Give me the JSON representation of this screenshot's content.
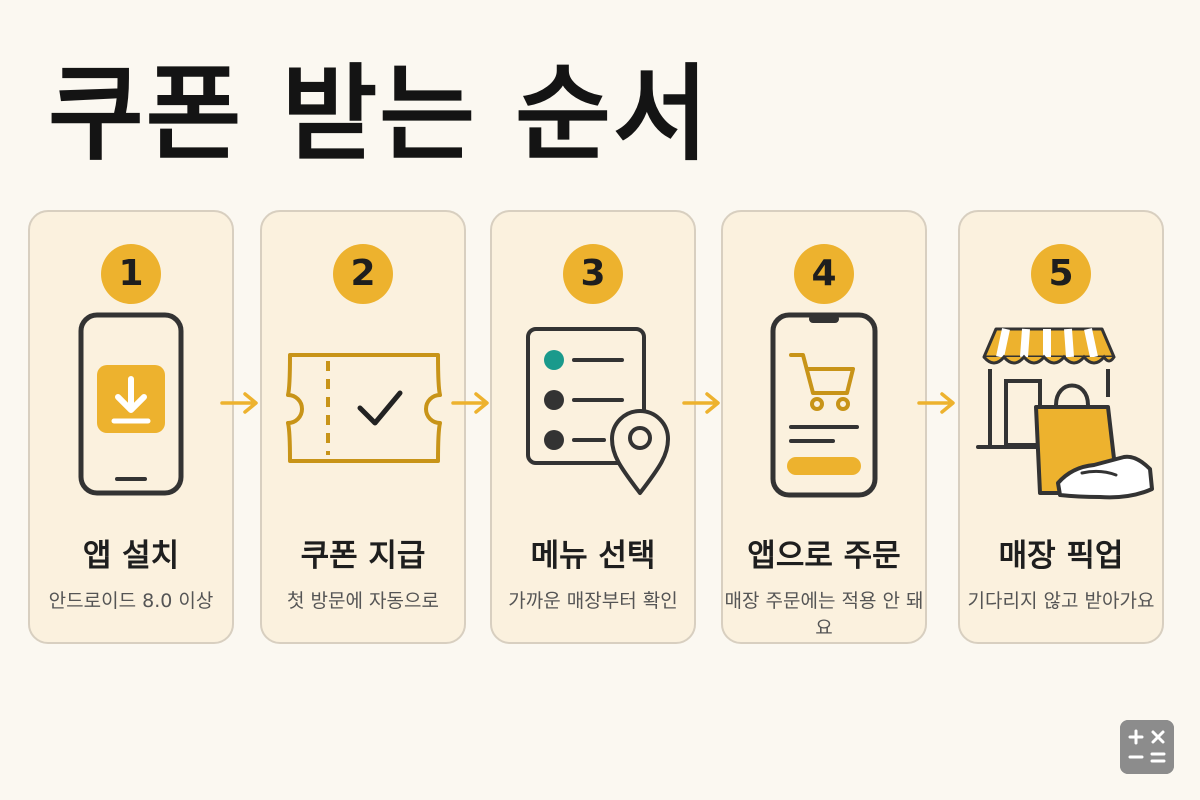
{
  "title": "쿠폰 받는 순서",
  "colors": {
    "accent": "#edb22e",
    "card_bg": "#fbf1de",
    "teal": "#1a9a8c",
    "ink": "#333333"
  },
  "steps": [
    {
      "number": "1",
      "title": "앱 설치",
      "desc": "안드로이드 8.0 이상",
      "icon": "phone-download-icon"
    },
    {
      "number": "2",
      "title": "쿠폰 지급",
      "desc": "첫 방문에 자동으로",
      "icon": "coupon-check-icon"
    },
    {
      "number": "3",
      "title": "메뉴 선택",
      "desc": "가까운 매장부터 확인",
      "icon": "menu-list-location-icon"
    },
    {
      "number": "4",
      "title": "앱으로 주문",
      "desc": "매장 주문에는 적용 안 돼요",
      "icon": "phone-cart-icon"
    },
    {
      "number": "5",
      "title": "매장 픽업",
      "desc": "기다리지 않고 받아가요",
      "icon": "store-pickup-icon"
    }
  ],
  "arrow_icon": "arrow-right-icon",
  "corner_icon": "calculator-icon"
}
